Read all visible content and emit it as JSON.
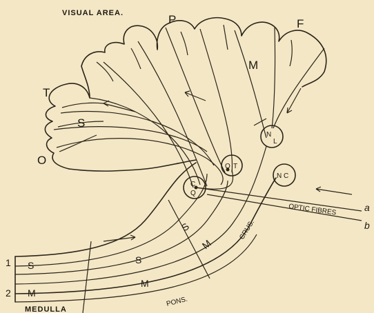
{
  "labels": {
    "visual_area": "VISUAL AREA.",
    "P": "P",
    "F": "F",
    "M_upper": "M",
    "T": "T",
    "S_cortex": "S",
    "O": "O",
    "NL_n": "N",
    "NL_l": "L",
    "OT_o": "O",
    "OT_t": "T",
    "NC": "N C",
    "CQ_c": "C",
    "CQ_q": "Q",
    "optic_fibres": "OPTIC FIBRES",
    "a": "a",
    "b": "b",
    "crus": "CRUS.",
    "S_stem": "S",
    "S_tract": "S",
    "M_tract": "M",
    "M_stem": "M",
    "pons": "PONS.",
    "S_medulla": "S",
    "M_medulla": "M",
    "row1": "1",
    "row2": "2",
    "medulla": "MEDULLA"
  },
  "colors": {
    "background": "#f4e7c6",
    "ink": "#2a2418"
  }
}
